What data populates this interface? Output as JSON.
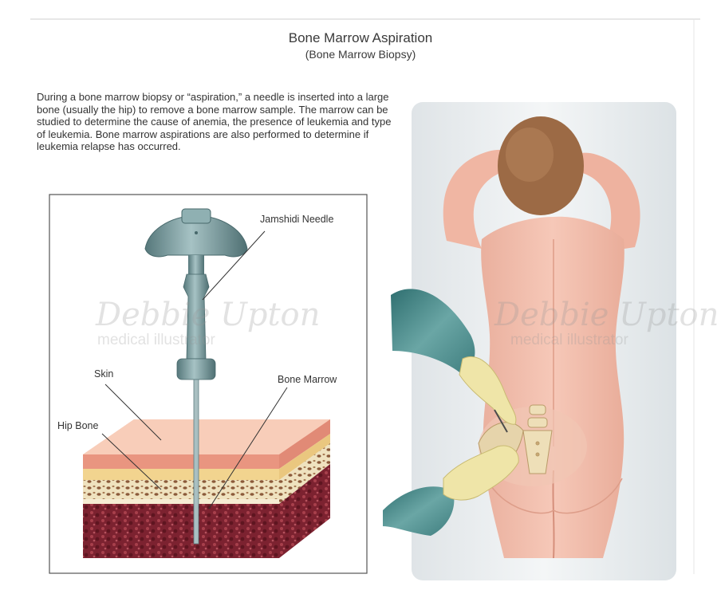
{
  "header": {
    "title": "Bone Marrow Aspiration",
    "subtitle": "(Bone Marrow Biopsy)"
  },
  "description": "During a bone marrow biopsy or “aspiration,” a needle is inserted into a large bone (usually the hip) to remove a bone marrow sample. The marrow can be studied to determine the cause of anemia, the presence of leukemia and type of leukemia. Bone marrow aspirations are also performed to determine if leukemia relapse has occurred.",
  "labels": {
    "needle": "Jamshidi Needle",
    "skin": "Skin",
    "hip_bone": "Hip Bone",
    "bone_marrow": "Bone Marrow"
  },
  "watermark": {
    "name": "Debbie Upton",
    "role": "medical illustrator"
  },
  "colors": {
    "needle": "#6f8f92",
    "skin": "#f2b7a3",
    "marrow": "#8a2a35",
    "glove": "#eee4a6",
    "gown": "#4f8c8d"
  }
}
